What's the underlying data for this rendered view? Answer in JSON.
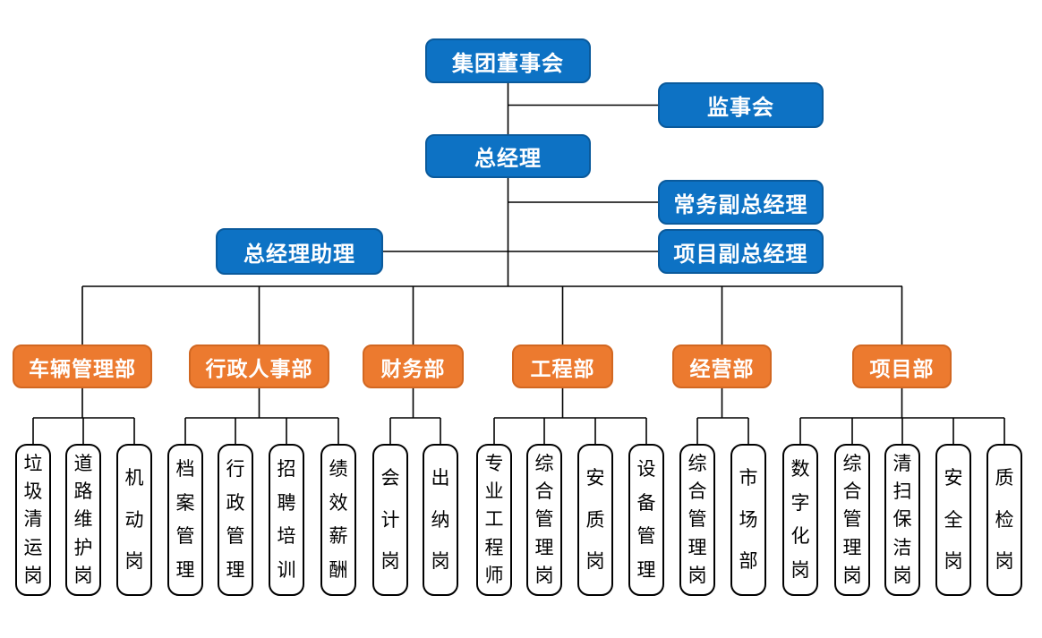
{
  "diagram": {
    "type": "organization-chart",
    "colors": {
      "node_blue_fill": "#0D72C4",
      "node_blue_border": "#0A5A9C",
      "node_orange_fill": "#EC7A2F",
      "node_orange_border": "#D26721",
      "leaf_fill": "#FFFFFF",
      "leaf_border": "#000000",
      "connector_line": "#000000",
      "node_text": "#FFFFFF",
      "leaf_text": "#000000"
    }
  },
  "org": {
    "board": "集团董事会",
    "supervisory_board": "监事会",
    "general_manager": "总经理",
    "gm_assistant": "总经理助理",
    "deputies": {
      "executive": "常务副总经理",
      "project": "项目副总经理"
    },
    "departments": [
      {
        "label": "车辆管理部",
        "children": [
          "垃圾清运岗",
          "道路维护岗",
          "机动岗"
        ]
      },
      {
        "label": "行政人事部",
        "children": [
          "档案管理",
          "行政管理",
          "招聘培训",
          "绩效薪酬"
        ]
      },
      {
        "label": "财务部",
        "children": [
          "会计岗",
          "出纳岗"
        ]
      },
      {
        "label": "工程部",
        "children": [
          "专业工程师",
          "综合管理岗",
          "安质岗",
          "设备管理"
        ]
      },
      {
        "label": "经营部",
        "children": [
          "综合管理岗",
          "市场部"
        ]
      },
      {
        "label": "项目部",
        "children": [
          "数字化岗",
          "综合管理岗",
          "清扫保洁岗",
          "安全岗",
          "质检岗"
        ]
      }
    ]
  }
}
